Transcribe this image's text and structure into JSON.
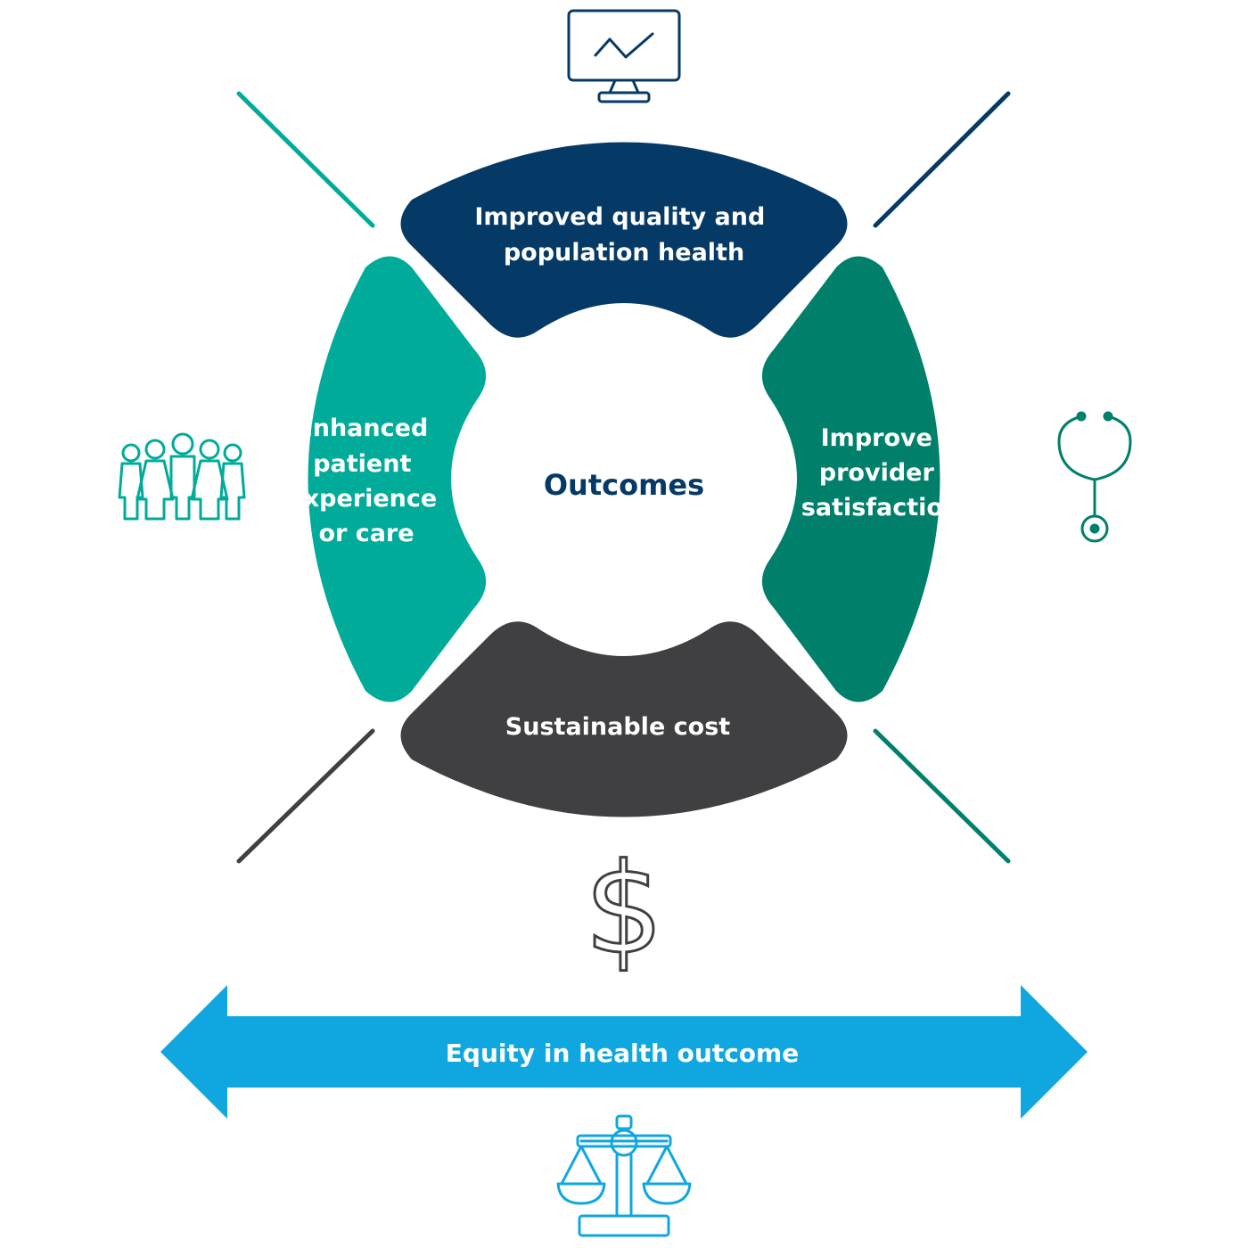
{
  "diagram": {
    "center": {
      "label": "Outcomes",
      "color": "#063a66"
    },
    "segments": {
      "top": {
        "lines": [
          "Improved quality and",
          "population health"
        ],
        "color": "#063a66"
      },
      "right": {
        "lines": [
          "Improve",
          "provider",
          "satisfaction"
        ],
        "color": "#00806a"
      },
      "bottom": {
        "lines": [
          "Sustainable cost"
        ],
        "color": "#404042"
      },
      "left": {
        "lines": [
          "Enhanced",
          "patient",
          "experience",
          "or care"
        ],
        "color": "#00ab9a"
      }
    },
    "icons": {
      "top": "monitor-chart-icon",
      "right": "stethoscope-icon",
      "bottom": "dollar-sign-icon",
      "left": "family-group-icon",
      "arrow": "balance-scale-icon"
    },
    "arrow": {
      "label": "Equity in health outcome",
      "color": "#10a7e0"
    }
  }
}
